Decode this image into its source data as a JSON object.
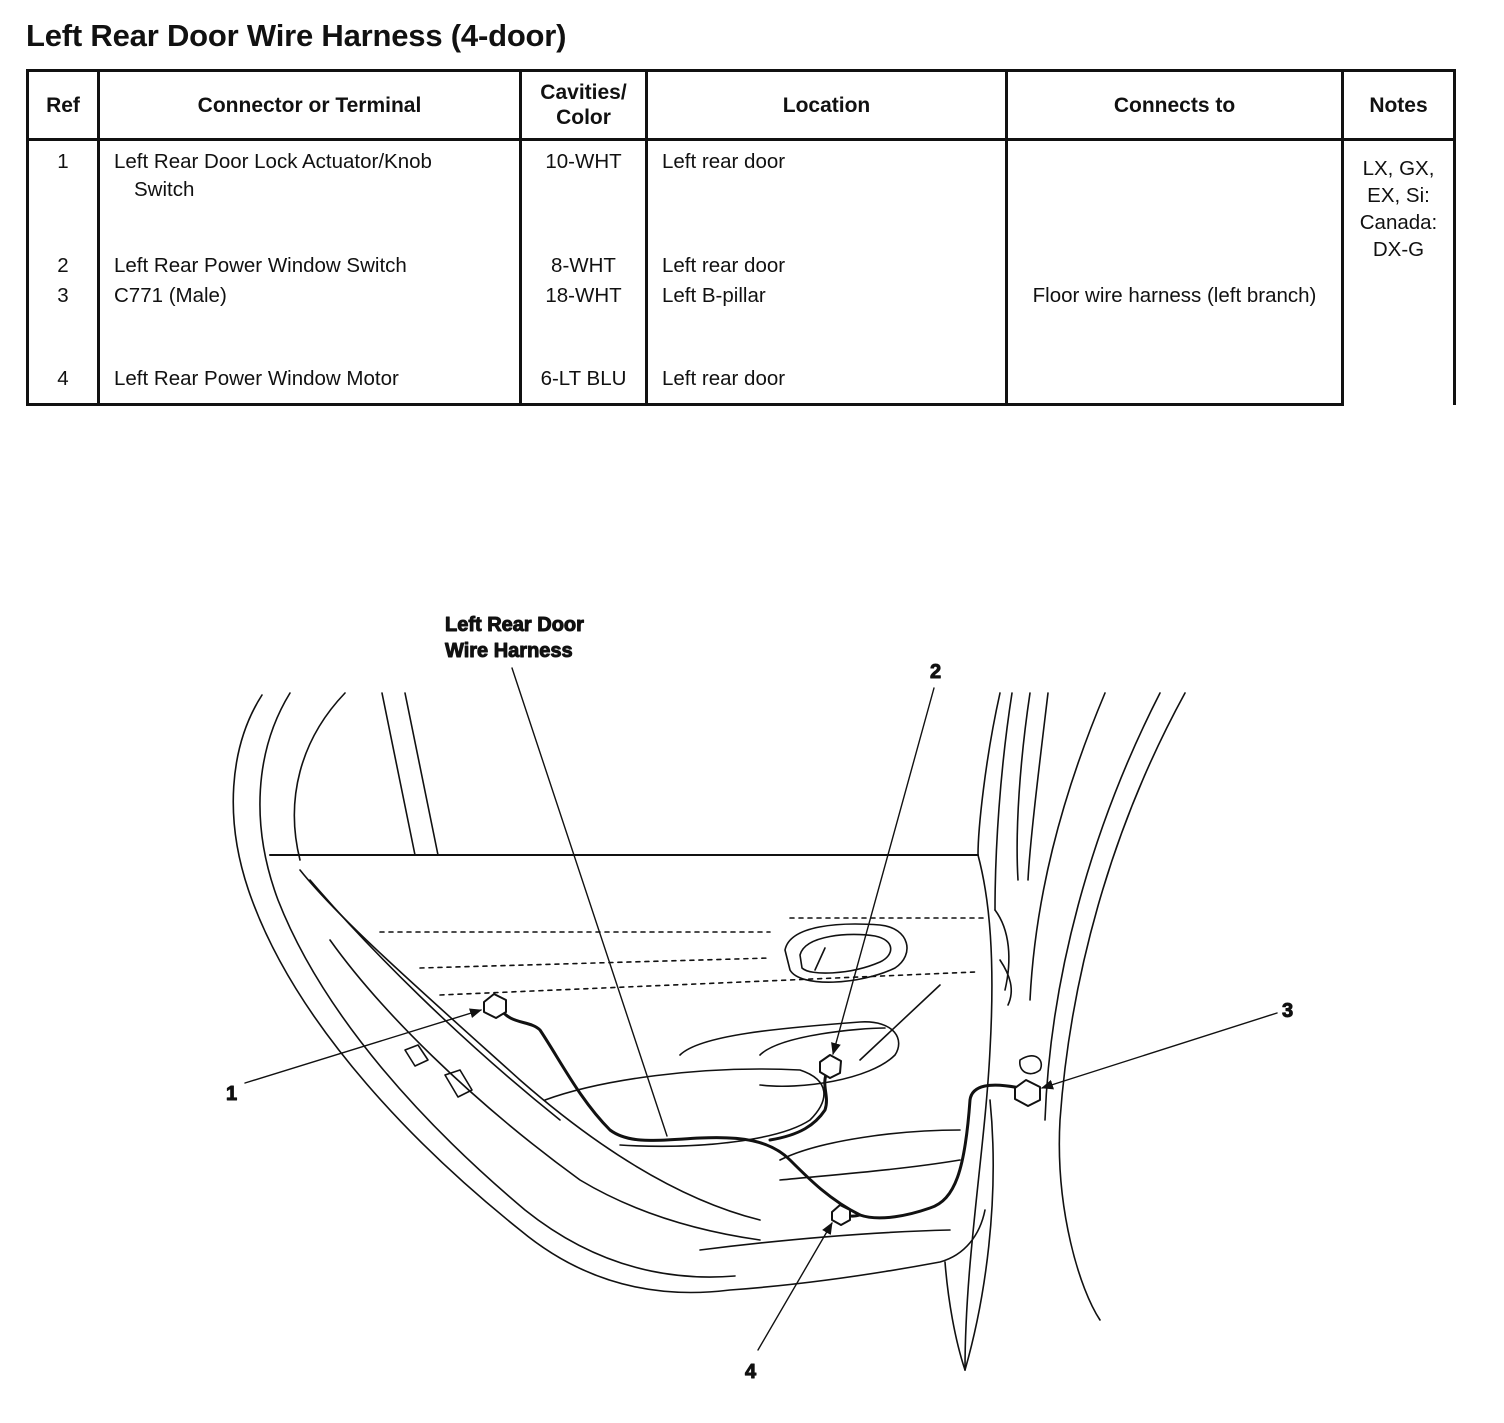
{
  "title": "Left Rear Door Wire Harness (4-door)",
  "table": {
    "headers": {
      "ref": "Ref",
      "connector": "Connector or Terminal",
      "cavities_line1": "Cavities/",
      "cavities_line2": "Color",
      "location": "Location",
      "connects_to": "Connects to",
      "notes": "Notes"
    },
    "rows": [
      {
        "ref": "1",
        "connector": "Left Rear Door Lock Actuator/Knob Switch",
        "cavities": "10-WHT",
        "location": "Left rear door",
        "connects_to": ""
      },
      {
        "ref": "2",
        "connector": "Left Rear Power Window Switch",
        "cavities": "8-WHT",
        "location": "Left rear door",
        "connects_to": ""
      },
      {
        "ref": "3",
        "connector": "C771 (Male)",
        "cavities": "18-WHT",
        "location": "Left B-pillar",
        "connects_to": "Floor wire harness (left branch)"
      },
      {
        "ref": "4",
        "connector": "Left Rear Power Window Motor",
        "cavities": "6-LT BLU",
        "location": "Left rear door",
        "connects_to": ""
      }
    ],
    "notes_lines": [
      "LX, GX,",
      "EX, Si:",
      "Canada:",
      "DX-G"
    ]
  },
  "diagram": {
    "harness_label_line1": "Left Rear Door",
    "harness_label_line2": "Wire Harness",
    "callouts": [
      "1",
      "2",
      "3",
      "4"
    ]
  }
}
